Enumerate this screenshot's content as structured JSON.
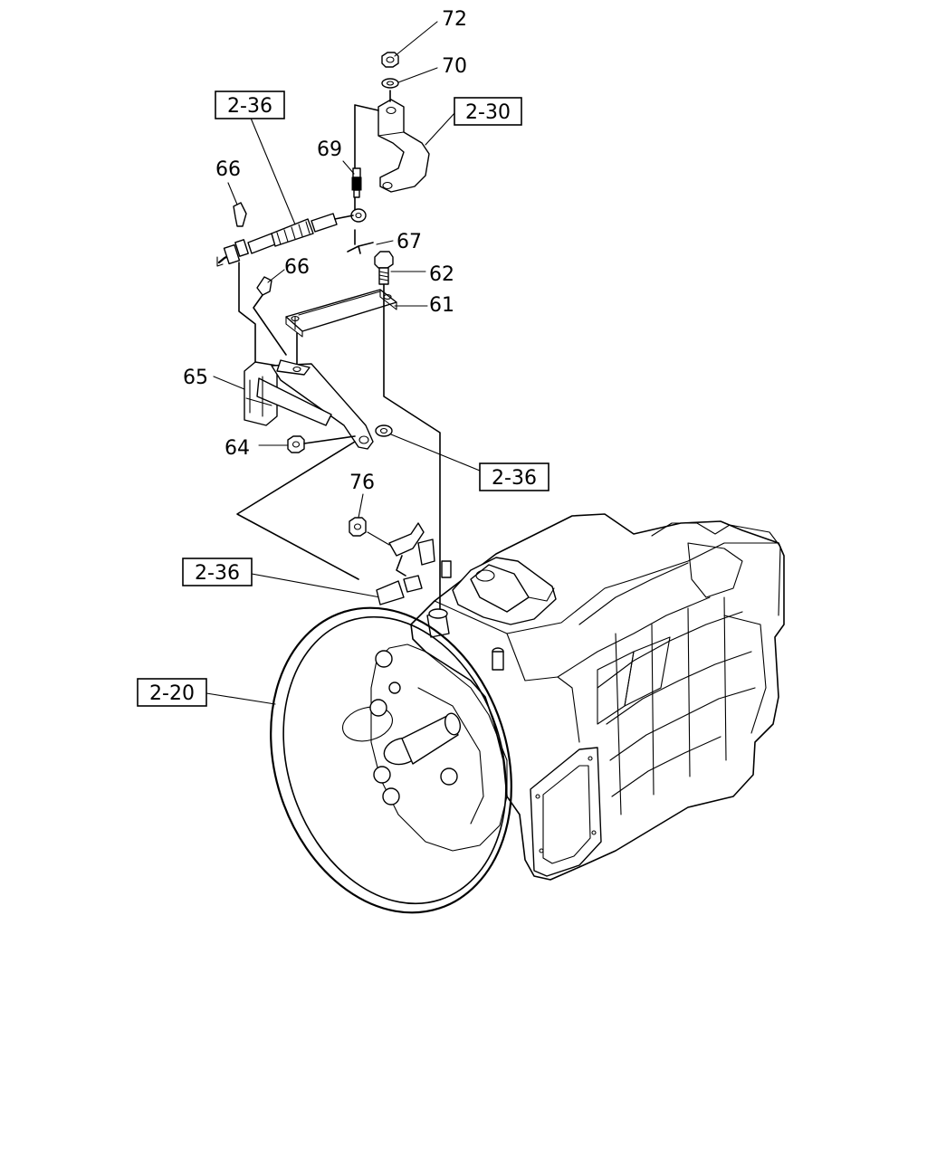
{
  "callouts": {
    "p72": "72",
    "p70": "70",
    "p69": "69",
    "p66a": "66",
    "p66b": "66",
    "p67": "67",
    "p62": "62",
    "p61": "61",
    "p65": "65",
    "p64": "64",
    "p76": "76"
  },
  "refs": {
    "r236a": "2-36",
    "r230": "2-30",
    "r236b": "2-36",
    "r236c": "2-36",
    "r220": "2-20"
  }
}
